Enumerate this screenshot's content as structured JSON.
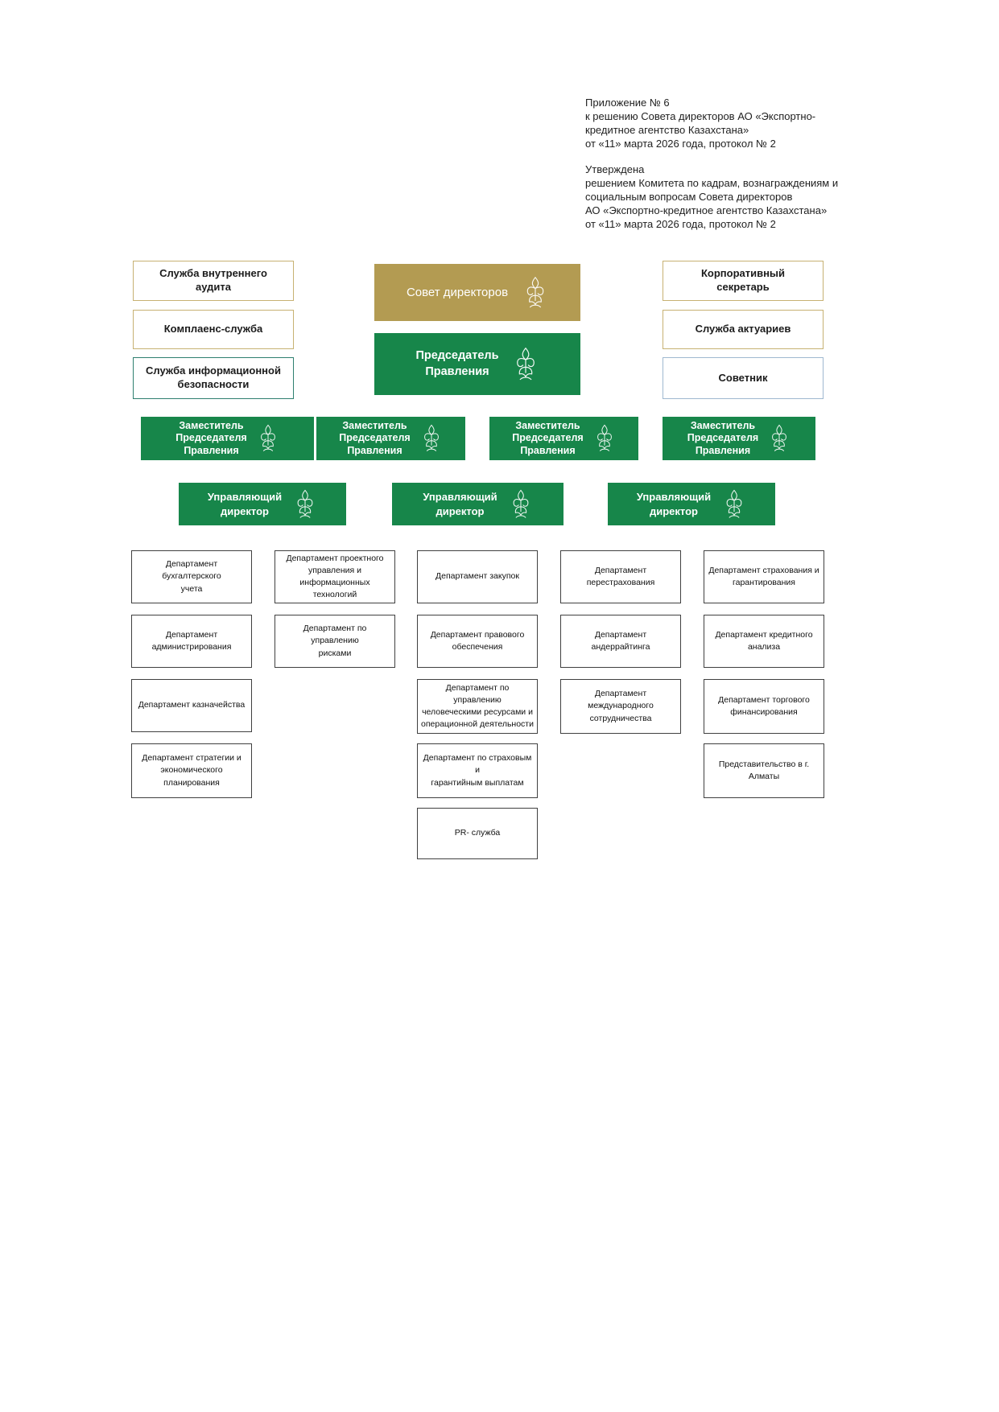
{
  "notes": {
    "appendix": "Приложение № 6\nк решению Совета директоров АО «Экспортно-\nкредитное агентство Казахстана»\nот «11» марта 2026 года, протокол № 2",
    "approval": "Утверждена\nрешением Комитета по кадрам, вознаграждениям и\nсоциальным вопросам Совета директоров\nАО «Экспортно-кредитное агентство Казахстана»\nот «11» марта 2026 года, протокол № 2"
  },
  "org": {
    "board": "Совет директоров",
    "chairman": "Председатель\nПравления",
    "deputy": "Заместитель\nПредседателя\nПравления",
    "managing_director": "Управляющий\nдиректор",
    "left_units": [
      "Служба внутреннего\nаудита",
      "Комплаенс-служба",
      "Служба информационной\nбезопасности"
    ],
    "right_units": [
      "Корпоративный\nсекретарь",
      "Служба актуариев",
      "Советник"
    ],
    "departments": [
      [
        "Департамент бухгалтерского\nучета",
        "Департамент\nадминистрирования",
        "Департамент казначейства",
        "Департамент стратегии и\nэкономического\nпланирования"
      ],
      [
        "Департамент проектного\nуправления и информационных\nтехнологий",
        "Департамент по управлению\nрисками"
      ],
      [
        "Департамент закупок",
        "Департамент правового\nобеспечения",
        "Департамент по управлению\nчеловеческими ресурсами и\nоперационной деятельности",
        "Департамент по страховым и\nгарантийным выплатам",
        "PR- служба"
      ],
      [
        "Департамент перестрахования",
        "Департамент андеррайтинга",
        "Департамент международного\nсотрудничества"
      ],
      [
        "Департамент страхования и\nгарантирования",
        "Департамент кредитного\nанализа",
        "Департамент торгового\nфинансирования",
        "Представительство в г. Алматы"
      ]
    ],
    "icons": {
      "emblem": "kazakh-ornament"
    },
    "colors": {
      "green": "#17864a",
      "gold": "#b39b52",
      "gold_border": "#c7b172",
      "teal_border": "#2e7f6f",
      "blue_border": "#9fb8d0",
      "dept_border": "#404040"
    }
  }
}
